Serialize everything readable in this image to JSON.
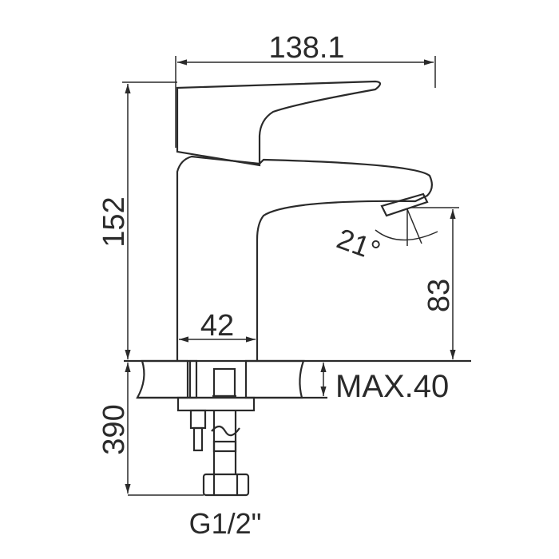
{
  "dimensions": {
    "overall_width": "138.1",
    "overall_height": "152",
    "base_width": "42",
    "spout_angle": "21°",
    "spout_height": "83",
    "max_counter_thickness": "MAX.40",
    "below_counter_length": "390",
    "connection_thread": "G1/2\""
  },
  "colors": {
    "line": "#2a2a2a",
    "background": "#ffffff"
  }
}
